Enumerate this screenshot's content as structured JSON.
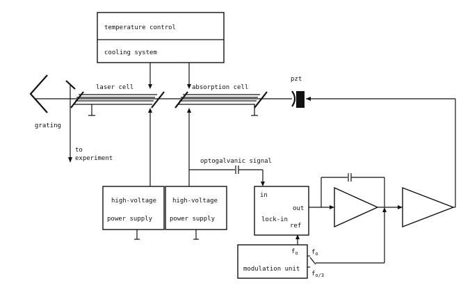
{
  "diagram": {
    "temperature_control": "temperature  control",
    "cooling_system": "cooling  system",
    "laser_cell": "laser cell",
    "absorption_cell": "absorption cell",
    "pzt": "pzt",
    "grating": "grating",
    "to_experiment_line1": "to",
    "to_experiment_line2": "experiment",
    "optogalvanic_signal": "optogalvanic  signal",
    "hv_supply_1_line1": "high-voltage",
    "hv_supply_1_line2": "power supply",
    "hv_supply_2_line1": "high-voltage",
    "hv_supply_2_line2": "power supply",
    "lockin_in": "in",
    "lockin_out": "out",
    "lockin_label": "lock-in",
    "lockin_ref": "ref",
    "modulation_unit": "modulation unit",
    "f0_main": "f",
    "f0_sub": "o",
    "switch_f0_main": "f",
    "switch_f0_sub": "o",
    "switch_f03_main": "f",
    "switch_f03_sub": "o/3"
  }
}
